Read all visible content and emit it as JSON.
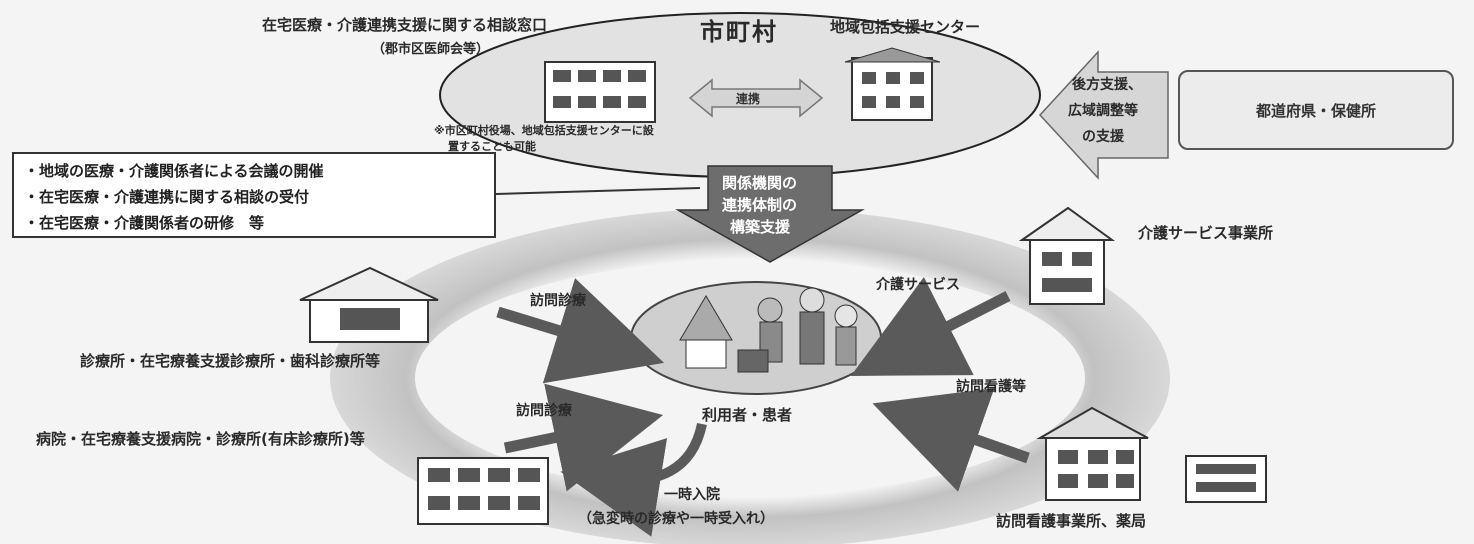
{
  "top": {
    "consult_window": "在宅医療・介護連携支援に関する相談窓口",
    "consult_window_sub": "（郡市区医師会等）",
    "municipality": "市町村",
    "center": "地域包括支援センター",
    "link_label": "連携",
    "note_line1": "※市区町村役場、地域包括支援センターに設",
    "note_line2": "置することも可能"
  },
  "support_side": {
    "label_line1": "後方支援、",
    "label_line2": "広域調整等",
    "label_line3": "の支援",
    "prefecture": "都道府県・保健所"
  },
  "activities": [
    "・地域の医療・介護関係者による会議の開催",
    "・在宅医療・介護連携に関する相談の受付",
    "・在宅医療・介護関係者の研修　等"
  ],
  "down_arrow": {
    "line1": "関係機関の",
    "line2": "連携体制の",
    "line3": "構築支援"
  },
  "center_label": "利用者・患者",
  "providers": {
    "care_service_office": "介護サービス事業所",
    "clinic": "診療所・在宅療養支援診療所・歯科診療所等",
    "hospital": "病院・在宅療養支援病院・診療所(有床診療所)等",
    "nursing_station": "訪問看護事業所、薬局"
  },
  "flows": {
    "visit_care_1": "訪問診療",
    "visit_care_2": "訪問診療",
    "care_service": "介護サービス",
    "visit_nursing": "訪問看護等",
    "admission": "一時入院",
    "admission_sub": "（急変時の診療や一時受入れ）"
  },
  "colors": {
    "ring": "#bdbdbd",
    "ellipse": "#dedede",
    "arrow": "#5b5b5b",
    "light_arrow": "#cfcfcf"
  }
}
